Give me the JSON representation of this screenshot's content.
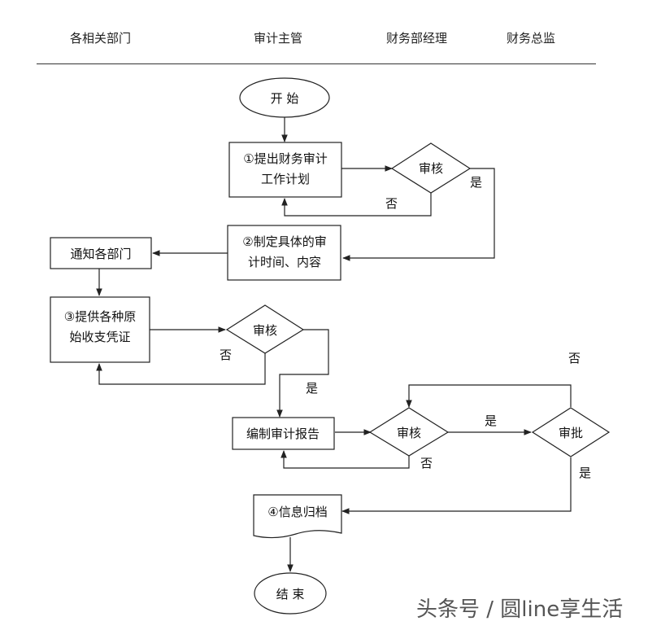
{
  "headers": {
    "col1": "各相关部门",
    "col2": "审计主管",
    "col3": "财务部经理",
    "col4": "财务总监"
  },
  "nodes": {
    "start": "开 始",
    "plan_line1": "①提出财务审计",
    "plan_line2": "工作计划",
    "review1": "审核",
    "schedule_line1": "②制定具体的审",
    "schedule_line2": "计时间、内容",
    "notify": "通知各部门",
    "provide_line1": "③提供各种原",
    "provide_line2": "始收支凭证",
    "review2": "审核",
    "report": "编制审计报告",
    "review3": "审核",
    "approve": "审批",
    "archive": "④信息归档",
    "end": "结 束"
  },
  "labels": {
    "yes1": "是",
    "no1": "否",
    "no2": "否",
    "yes2": "是",
    "yes3": "是",
    "no3": "否",
    "no4": "否",
    "yes4": "是"
  },
  "watermark": "头条号 / 圆line享生活"
}
